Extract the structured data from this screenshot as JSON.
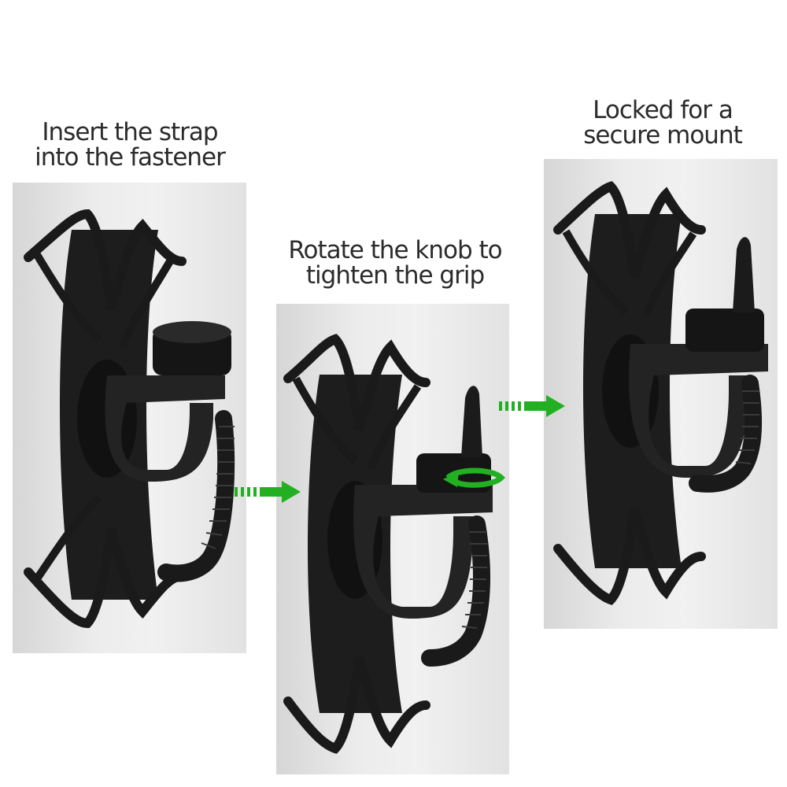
{
  "steps": [
    {
      "caption": "Insert the strap\ninto the fastener"
    },
    {
      "caption": "Rotate the knob to\ntighten the grip"
    },
    {
      "caption": "Locked for a\nsecure mount"
    }
  ],
  "colors": {
    "arrow": "#22b022",
    "product": "#1c1c1c",
    "background": "#ffffff",
    "panel": "#e9e9e9"
  },
  "icons": [
    "green-right-arrow",
    "green-rotate-arrow"
  ]
}
